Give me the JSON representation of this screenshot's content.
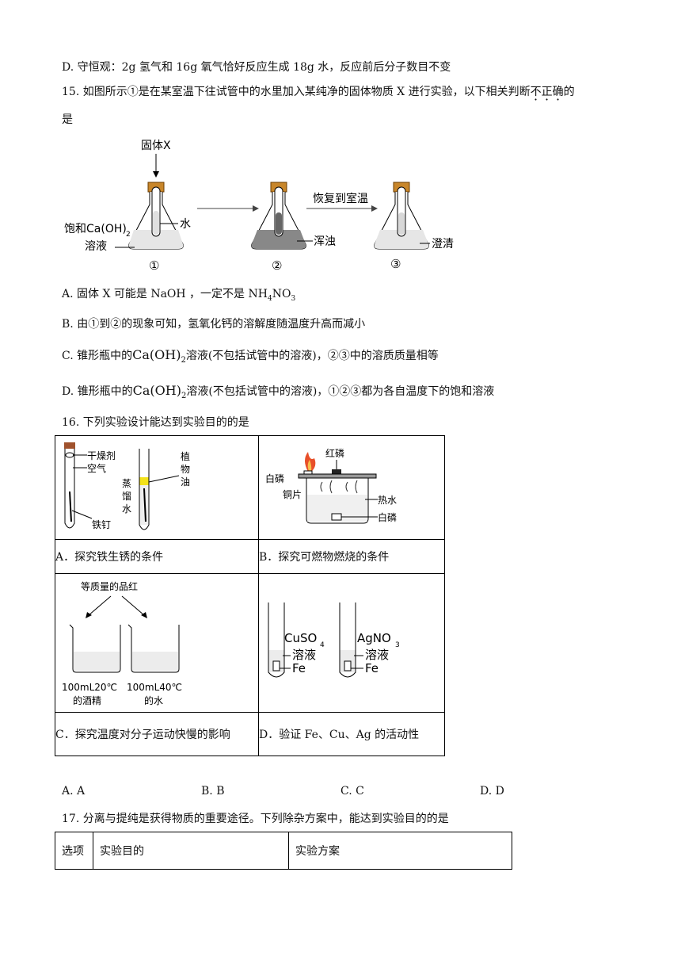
{
  "q14d": "D. 守恒观：2g 氢气和 16g 氧气恰好反应生成 18g 水，反应前后分子数目不变",
  "q15": {
    "stem_a": "15. 如图所示①是在某室温下往试管中的水里加入某纯净的固体物质 X 进行实验，以下相关判断",
    "stem_dot": [
      "不",
      "正",
      "确"
    ],
    "stem_b": "的",
    "stem_c": "是",
    "fig": {
      "solid": "固体X",
      "water": "水",
      "sat1": "饱和Ca(OH)",
      "sub2": "2",
      "sat2": "溶液",
      "n1": "①",
      "n2": "②",
      "n3": "③",
      "turbid": "浑浊",
      "restore": "恢复到室温",
      "clear": "澄清"
    },
    "A": "A. 固体 X 可能是 NaOH ，一定不是 NH",
    "A_sub1": "4",
    "A_mid": "NO",
    "A_sub2": "3",
    "B": "B. 由①到②的现象可知，氢氧化钙的溶解度随温度升高而减小",
    "C_pre": "C. 锥形瓶中的",
    "C_chem": "Ca(OH)",
    "C_sub": "2",
    "C_post": "溶液(不包括试管中的溶液)，②③中的溶质质量相等",
    "D_pre": "D. 锥形瓶中的",
    "D_chem": "Ca(OH)",
    "D_sub": "2",
    "D_post": "溶液(不包括试管中的溶液)，①②③都为各自温度下的饱和溶液"
  },
  "q16": {
    "stem": "16. 下列实验设计能达到实验目的的是",
    "a_fig": {
      "desiccant": "干燥剂",
      "air": "空气",
      "nail": "铁钉",
      "veg1": "植",
      "veg2": "物",
      "veg3": "油",
      "dist1": "蒸",
      "dist2": "馏",
      "dist3": "水"
    },
    "a_cap": "A．探究铁生锈的条件",
    "b_fig": {
      "white_p": "白磷",
      "red_p": "红磷",
      "copper": "铜片",
      "hot_water": "热水",
      "white_p2": "白磷"
    },
    "b_cap": "B．探究可燃物燃烧的条件",
    "c_fig": {
      "top": "等质量的品红",
      "l1": "100mL20℃",
      "l2": "的酒精",
      "r1": "100mL40℃",
      "r2": "的水"
    },
    "c_cap": "C．探究温度对分子运动快慢的影响",
    "d_fig": {
      "cuso": "CuSO",
      "cuso_sub": "4",
      "sol1": "溶液",
      "fe1": "Fe",
      "agno": "AgNO",
      "agno_sub": "3",
      "sol2": "溶液",
      "fe2": "Fe"
    },
    "d_cap": "D．验证 Fe、Cu、Ag 的活动性",
    "opts": [
      "A. A",
      "B. B",
      "C. C",
      "D. D"
    ]
  },
  "q17": {
    "stem": "17. 分离与提纯是获得物质的重要途径。下列除杂方案中，能达到实验目的的是",
    "headers": [
      "选项",
      "实验目的",
      "实验方案"
    ]
  }
}
